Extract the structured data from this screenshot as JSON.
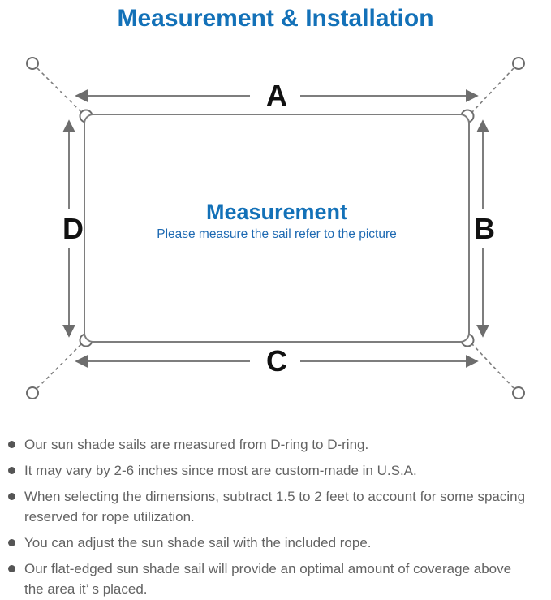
{
  "title": "Measurement & Installation",
  "diagram": {
    "labels": {
      "top": "A",
      "right": "B",
      "bottom": "C",
      "left": "D"
    },
    "center_title": "Measurement",
    "center_subtitle": "Please measure the sail refer to the picture"
  },
  "bullets": [
    {
      "lines": [
        "Our sun shade sails are measured from D-ring to D-ring."
      ]
    },
    {
      "lines": [
        "It may vary by 2-6 inches since most are custom-made in U.S.A."
      ]
    },
    {
      "lines": [
        "When selecting the dimensions, subtract 1.5 to 2 feet to account for some spacing",
        "reserved for rope utilization."
      ]
    },
    {
      "lines": [
        "You can adjust the sun shade sail with the included rope."
      ]
    },
    {
      "lines": [
        "Our flat-edged sun shade sail will provide an optimal amount of coverage above",
        "the area it’ s placed."
      ]
    }
  ],
  "colors": {
    "accent_blue": "#1371b8",
    "subtitle_blue": "#1d69b2",
    "line_gray": "#7e7e7e",
    "arrow_gray": "#6d6d6d",
    "label_black": "#111111",
    "text_gray": "#636363",
    "dot_gray": "#555555"
  }
}
